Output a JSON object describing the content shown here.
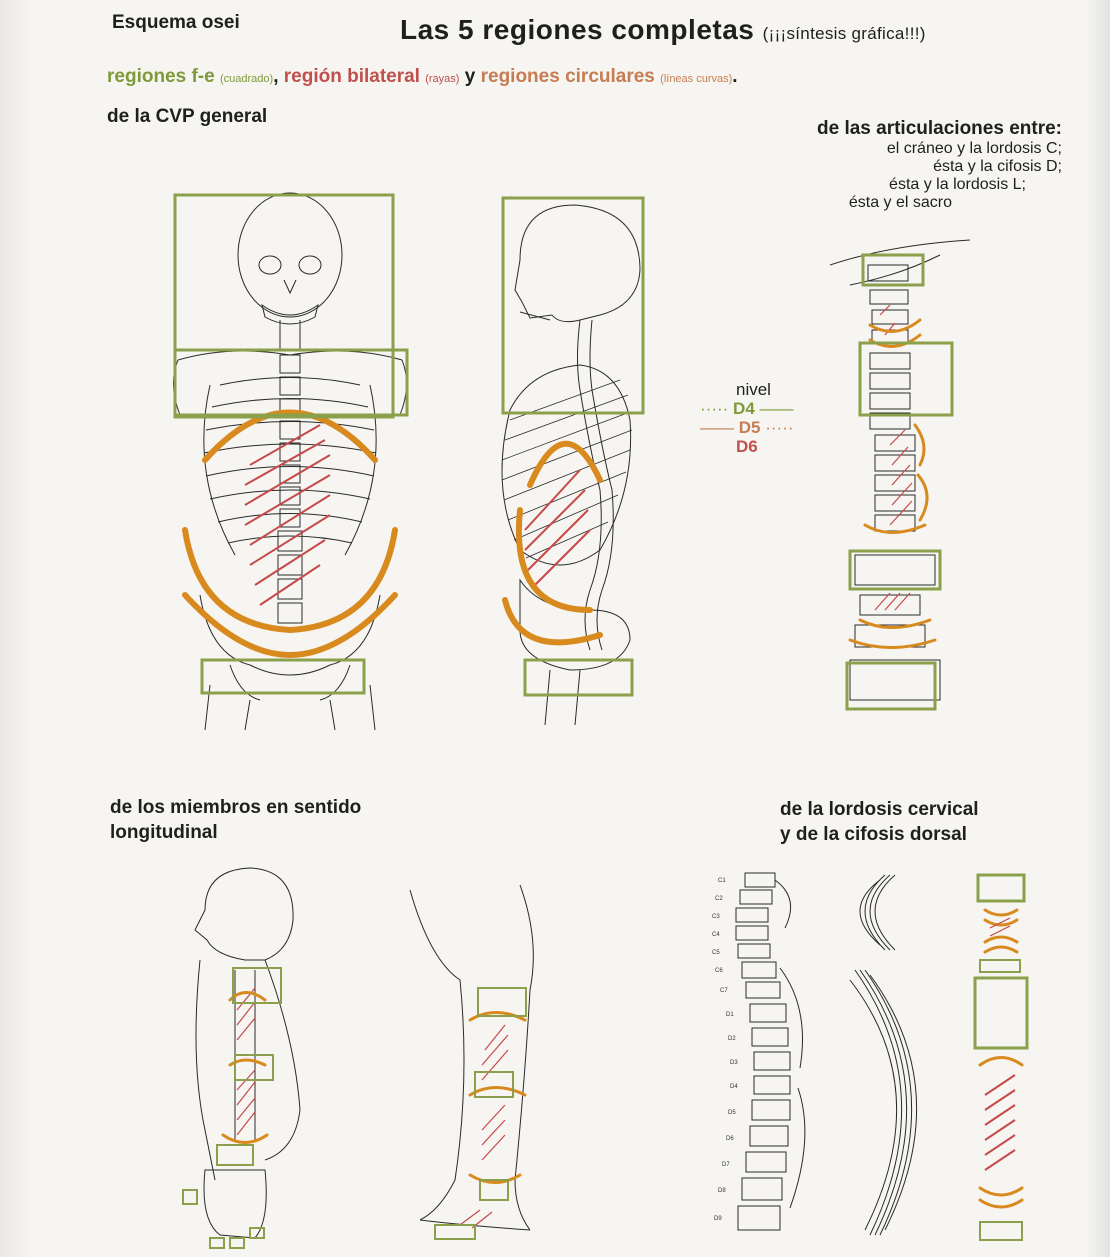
{
  "header": {
    "left_label": "Esquema osei",
    "title": "Las 5 regiones completas",
    "title_sub": "(¡¡¡síntesis gráfica!!!)"
  },
  "legend": {
    "green_term": "regiones f-e",
    "green_note": "(cuadrado)",
    "sep1": ",",
    "red_term": "región bilateral",
    "red_note": "(rayas)",
    "sep2": "y",
    "orange_term": "regiones circulares",
    "orange_note": "(líneas curvas)",
    "end": "."
  },
  "sections": {
    "cvp_general": "de la CVP general",
    "articulaciones_title": "de las articulaciones entre:",
    "articulaciones_items": [
      "el cráneo y la lordosis C;",
      "ésta y la cifosis D;",
      "ésta y la lordosis L;",
      "ésta y el sacro"
    ],
    "miembros_line1": "de los miembros en sentido",
    "miembros_line2": "longitudinal",
    "lordosis_line1": "de la lordosis cervical",
    "lordosis_line2": "y de la cifosis dorsal"
  },
  "nivel": {
    "label": "nivel",
    "d4": "D4",
    "d5": "D5",
    "d6": "D6"
  },
  "colors": {
    "green": "#8aa04a",
    "orange": "#d98a1e",
    "red": "#c64a4a"
  }
}
